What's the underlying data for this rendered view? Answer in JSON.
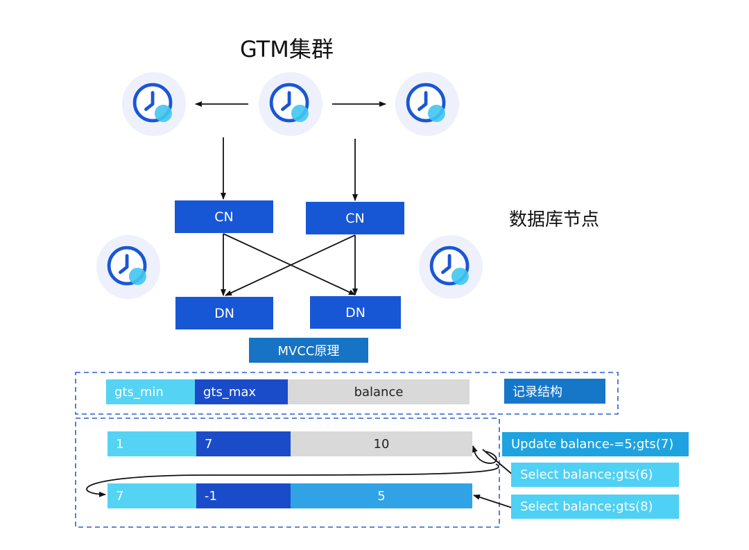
{
  "title": "GTM集群",
  "database_nodes_label": "数据库节点",
  "cn_label": "CN",
  "dn_label": "DN",
  "mvcc_label": "MVCC原理",
  "icons": {
    "clock": "clock-icon"
  },
  "record_structure": {
    "label": "记录结构",
    "columns": [
      "gts_min",
      "gts_max",
      "balance"
    ]
  },
  "versions": [
    {
      "gts_min": "1",
      "gts_max": "7",
      "balance": "10"
    },
    {
      "gts_min": "7",
      "gts_max": "-1",
      "balance": "5"
    }
  ],
  "operations": [
    "Update balance-=5;gts(7)",
    "Select balance;gts(6)",
    "Select balance;gts(8)"
  ],
  "colors": {
    "node_blue": "#1757d6",
    "mvcc_blue": "#1773c4",
    "light_cyan": "#55d3f5",
    "dark_blue": "#1a4cc9",
    "gray": "#d9d9d9",
    "mid_blue": "#2fa3e6",
    "dashed_border": "#2a5bd7"
  }
}
